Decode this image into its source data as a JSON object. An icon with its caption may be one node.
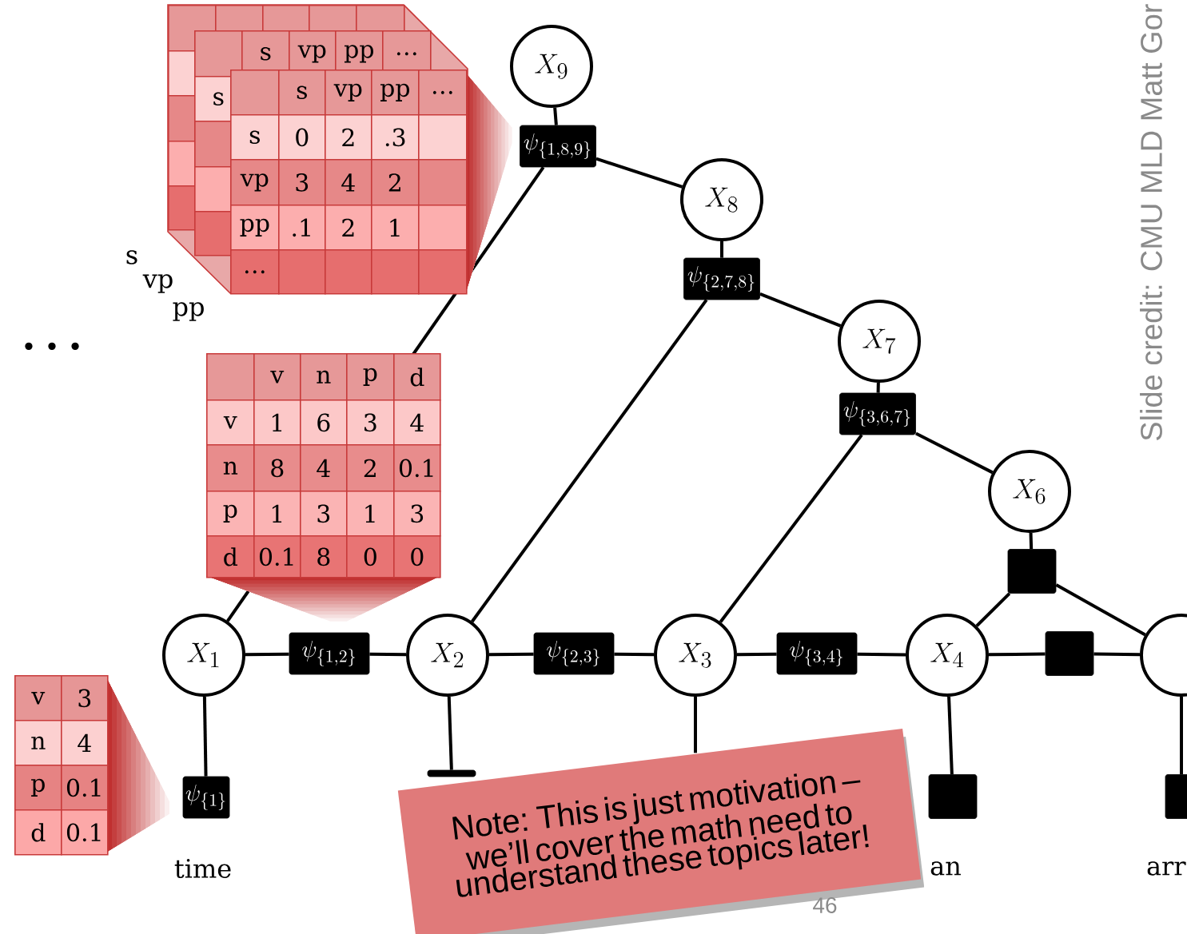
{
  "diagram": {
    "nodes": [
      {
        "text": [
          "X_{9}"
        ]
      },
      {
        "text": [
          "\\psi_{\\{1,8,9\\}}"
        ]
      },
      {
        "text": [
          "X_{8}"
        ]
      },
      {
        "text": [
          "\\psi_{\\{2,7,8\\}}"
        ]
      },
      {
        "text": [
          "X_{7}"
        ]
      },
      {
        "text": [
          "\\psi_{\\{3,6,7\\}}"
        ]
      },
      {
        "text": [
          "X_{6}"
        ]
      },
      {
        "text": [],
        "shape": "box"
      },
      {
        "text": [
          "X_{1}"
        ]
      },
      {
        "text": [
          "\\psi_{\\{1,2\\}}"
        ]
      },
      {
        "text": [
          "X_{2}"
        ]
      },
      {
        "text": [
          "\\psi_{\\{2,3\\}}"
        ]
      },
      {
        "text": [
          "X_{3}"
        ]
      },
      {
        "text": [
          "\\psi_{\\{3,4\\}}"
        ]
      },
      {
        "text": [
          "X_{4}"
        ]
      },
      {
        "text": [],
        "shape": "box"
      },
      {
        "text": [],
        "shape": "circle"
      },
      {
        "text": [
          "\\psi_{\\{1\\}}"
        ]
      },
      {
        "text": [],
        "shape": "box"
      },
      {
        "text": [],
        "shape": "box"
      },
      {
        "text": [],
        "shape": "box"
      },
      {
        "text": [
          "Note: This is just motivation – we’ll cover the math need to understand these topics later!"
        ]
      }
    ],
    "edges": [
      {
        "from": 0,
        "to": 1,
        "arrow": "none"
      },
      {
        "from": 1,
        "to": 2,
        "arrow": "none"
      },
      {
        "from": 1,
        "to": 8,
        "arrow": "none"
      },
      {
        "from": 2,
        "to": 3,
        "arrow": "none"
      },
      {
        "from": 3,
        "to": 4,
        "arrow": "none"
      },
      {
        "from": 3,
        "to": 10,
        "arrow": "none"
      },
      {
        "from": 4,
        "to": 5,
        "arrow": "none"
      },
      {
        "from": 5,
        "to": 6,
        "arrow": "none"
      },
      {
        "from": 5,
        "to": 12,
        "arrow": "none"
      },
      {
        "from": 6,
        "to": 7,
        "arrow": "none"
      },
      {
        "from": 7,
        "to": 14,
        "arrow": "none"
      },
      {
        "from": 7,
        "to": 16,
        "arrow": "none"
      },
      {
        "from": 8,
        "to": 9,
        "arrow": "none"
      },
      {
        "from": 9,
        "to": 10,
        "arrow": "none"
      },
      {
        "from": 10,
        "to": 11,
        "arrow": "none"
      },
      {
        "from": 11,
        "to": 12,
        "arrow": "none"
      },
      {
        "from": 12,
        "to": 13,
        "arrow": "none"
      },
      {
        "from": 13,
        "to": 14,
        "arrow": "none"
      },
      {
        "from": 14,
        "to": 15,
        "arrow": "none"
      },
      {
        "from": 15,
        "to": 16,
        "arrow": "none"
      },
      {
        "from": 8,
        "to": 17,
        "arrow": "none"
      },
      {
        "from": 10,
        "to": 18,
        "arrow": "none"
      },
      {
        "from": 12,
        "to": 21,
        "arrow": "none"
      },
      {
        "from": 14,
        "to": 19,
        "arrow": "none"
      },
      {
        "from": 16,
        "to": 20,
        "arrow": "none"
      }
    ],
    "labels": [
      "s",
      "vp",
      "pp",
      "…",
      "s",
      "s",
      "vp",
      "pp",
      "…",
      "s",
      "0",
      "2",
      ".3",
      "vp",
      "3",
      "4",
      "2",
      "pp",
      ".1",
      "2",
      "1",
      "…",
      "s",
      "vp",
      "pp",
      "• • •",
      "v",
      "n",
      "p",
      "d",
      "v",
      "1",
      "6",
      "3",
      "4",
      "n",
      "8",
      "4",
      "2",
      "0.1",
      "p",
      "1",
      "3",
      "1",
      "3",
      "d",
      "0.1",
      "8",
      "0",
      "0",
      "v",
      "3",
      "n",
      "4",
      "p",
      "0.1",
      "d",
      "0.1",
      "time",
      "an",
      "arr",
      "Slide credit: CMU MLD Matt Gor",
      "46"
    ]
  }
}
